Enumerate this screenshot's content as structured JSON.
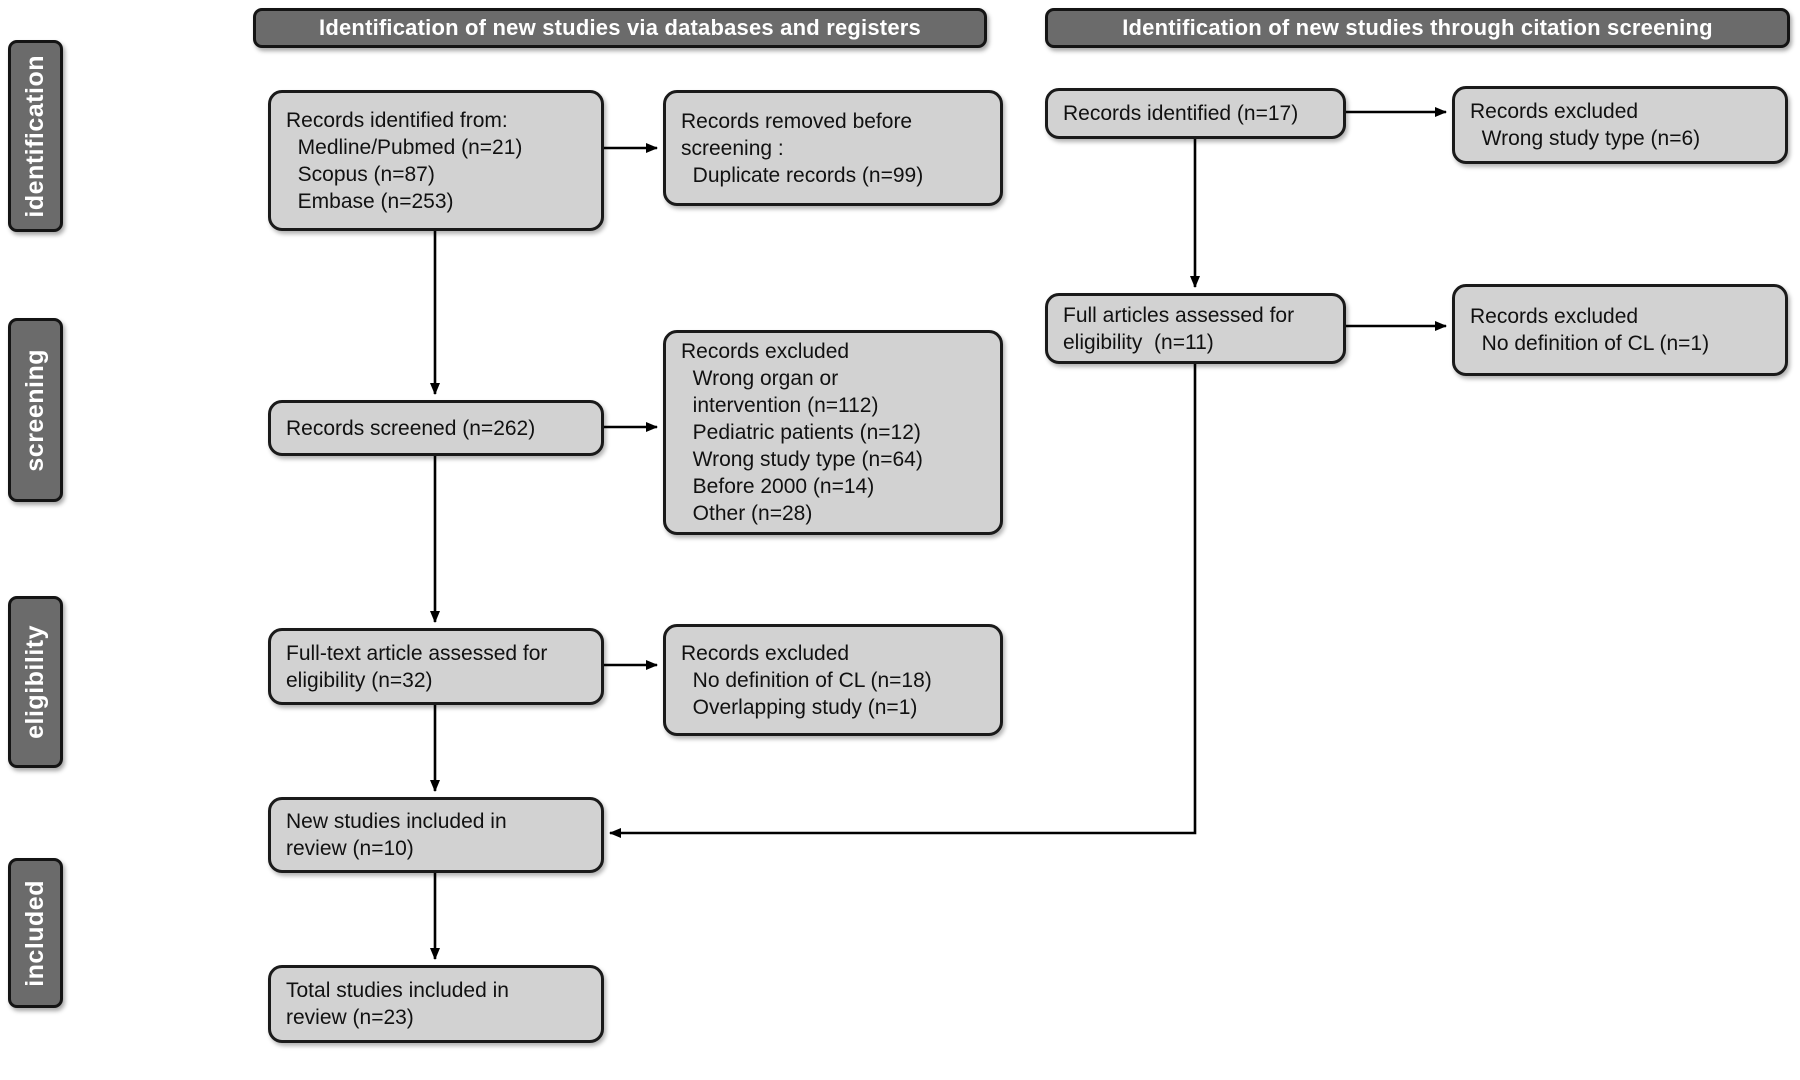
{
  "colors": {
    "node_fill": "#d2d2d2",
    "node_border": "#1a1a1a",
    "band_fill": "#6b6b6b",
    "band_text": "#ffffff",
    "arrow": "#000000"
  },
  "headers": {
    "databases": "Identification of new studies via databases and registers",
    "citation": "Identification of new studies through citation screening"
  },
  "stages": [
    {
      "label": "identification"
    },
    {
      "label": "screening"
    },
    {
      "label": "eligibility"
    },
    {
      "label": "included"
    }
  ],
  "left_flow": {
    "records_identified": "Records identified from:\n  Medline/Pubmed (n=21)\n  Scopus (n=87)\n  Embase (n=253)",
    "records_removed": "Records removed before\nscreening :\n  Duplicate records (n=99)",
    "records_screened": "Records screened (n=262)",
    "records_excluded_screening": "Records excluded\n  Wrong organ or\n  intervention (n=112)\n  Pediatric patients (n=12)\n  Wrong study type (n=64)\n  Before 2000 (n=14)\n  Other (n=28)",
    "fulltext_assessed": "Full-text article assessed for\neligibility (n=32)",
    "records_excluded_eligibility": "Records excluded\n  No definition of CL (n=18)\n  Overlapping study (n=1)",
    "new_studies_included": "New studies included in\nreview (n=10)",
    "total_studies_included": "Total studies included in\nreview (n=23)"
  },
  "right_flow": {
    "records_identified": "Records identified (n=17)",
    "records_excluded_screening": "Records excluded\n  Wrong study type (n=6)",
    "full_articles_assessed": "Full articles assessed for\neligibility  (n=11)",
    "records_excluded_eligibility": "Records excluded\n  No definition of CL (n=1)"
  }
}
